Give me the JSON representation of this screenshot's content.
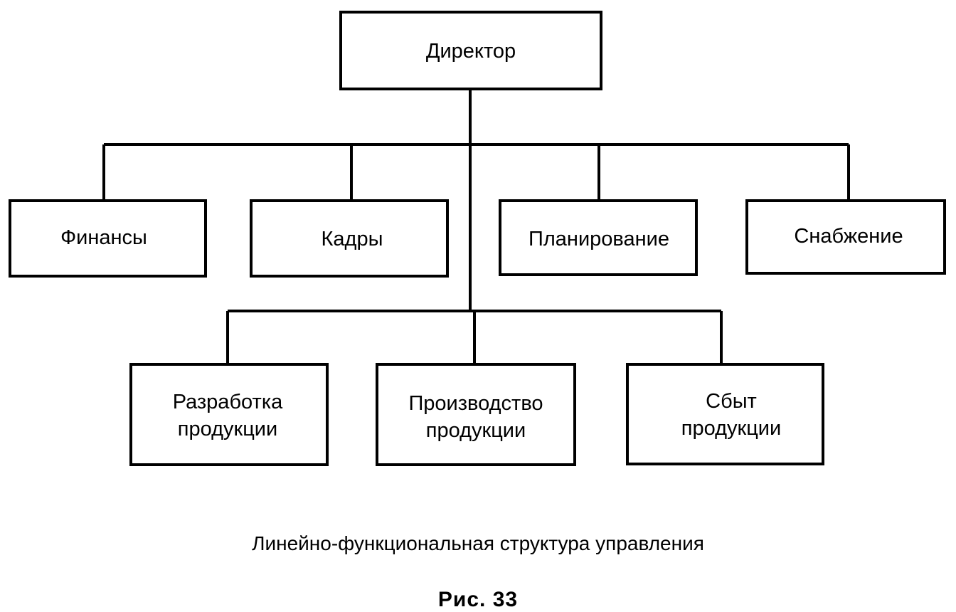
{
  "diagram": {
    "root": {
      "lines": [
        "Директор"
      ]
    },
    "functional_units": [
      {
        "lines": [
          "Финансы"
        ]
      },
      {
        "lines": [
          "Кадры"
        ]
      },
      {
        "lines": [
          "Планирование"
        ]
      },
      {
        "lines": [
          "Снабжение"
        ]
      }
    ],
    "line_units": [
      {
        "lines": [
          "Разработка",
          "продукции"
        ]
      },
      {
        "lines": [
          "Производство",
          "продукции"
        ]
      },
      {
        "lines": [
          "Сбыт",
          "продукции"
        ]
      }
    ]
  },
  "caption": "Линейно-функциональная структура управления",
  "figure_label": "Рис. 33"
}
